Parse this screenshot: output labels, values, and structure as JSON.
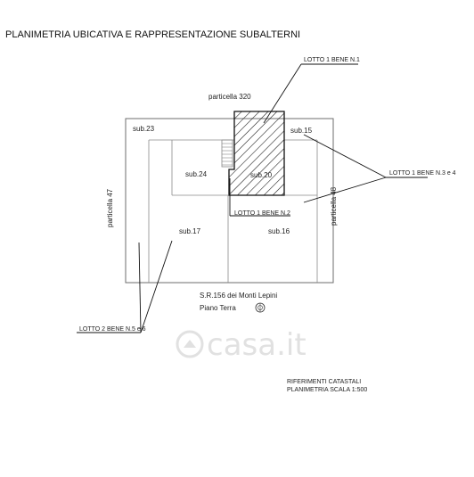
{
  "title": "PLANIMETRIA UBICATIVA E RAPPRESENTAZIONE SUBALTERNI",
  "labels": {
    "particella_top": "particella 320",
    "particella_left": "particella 47",
    "particella_right": "particella 48",
    "sub23": "sub.23",
    "sub15": "sub.15",
    "sub24": "sub.24",
    "sub20": "sub.20",
    "sub17": "sub.17",
    "sub16": "sub.16",
    "road": "S.R.156 dei Monti Lepini",
    "floor": "Piano Terra"
  },
  "callouts": {
    "lotto1_bene1": "LOTTO 1 BENE N.1",
    "lotto1_bene2": "LOTTO 1 BENE N.2",
    "lotto1_bene34": "LOTTO 1 BENE N.3 e 4",
    "lotto2_bene56": "LOTTO 2 BENE N.5 e 6"
  },
  "references": {
    "line1": "RIFERIMENTI CATASTALI",
    "line2": "PLANIMETRIA SCALA 1:500"
  },
  "watermark": "casa.it",
  "colors": {
    "ink": "#222222",
    "plan_lines": "#6e6e6e",
    "watermark": "#c9c9c9"
  }
}
